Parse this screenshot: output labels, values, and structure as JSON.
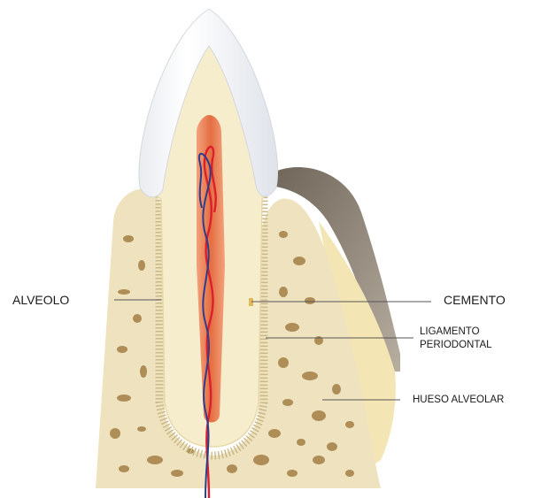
{
  "labels": {
    "alveolo": "ALVEOLO",
    "cemento": "CEMENTO",
    "ligamento_line1": "LIGAMENTO",
    "ligamento_line2": "PERIODONTAL",
    "hueso_alveolar": "HUESO ALVEOLAR"
  },
  "colors": {
    "bone": "#efe3bf",
    "bone_pores": "#a8844c",
    "dentin": "#f6edcc",
    "enamel": "#ffffff",
    "pulp": "#e9784c",
    "gum_shadow": "#8e8578",
    "artery": "#d9202c",
    "vein": "#2c3e8c",
    "leader_line": "#555555"
  }
}
